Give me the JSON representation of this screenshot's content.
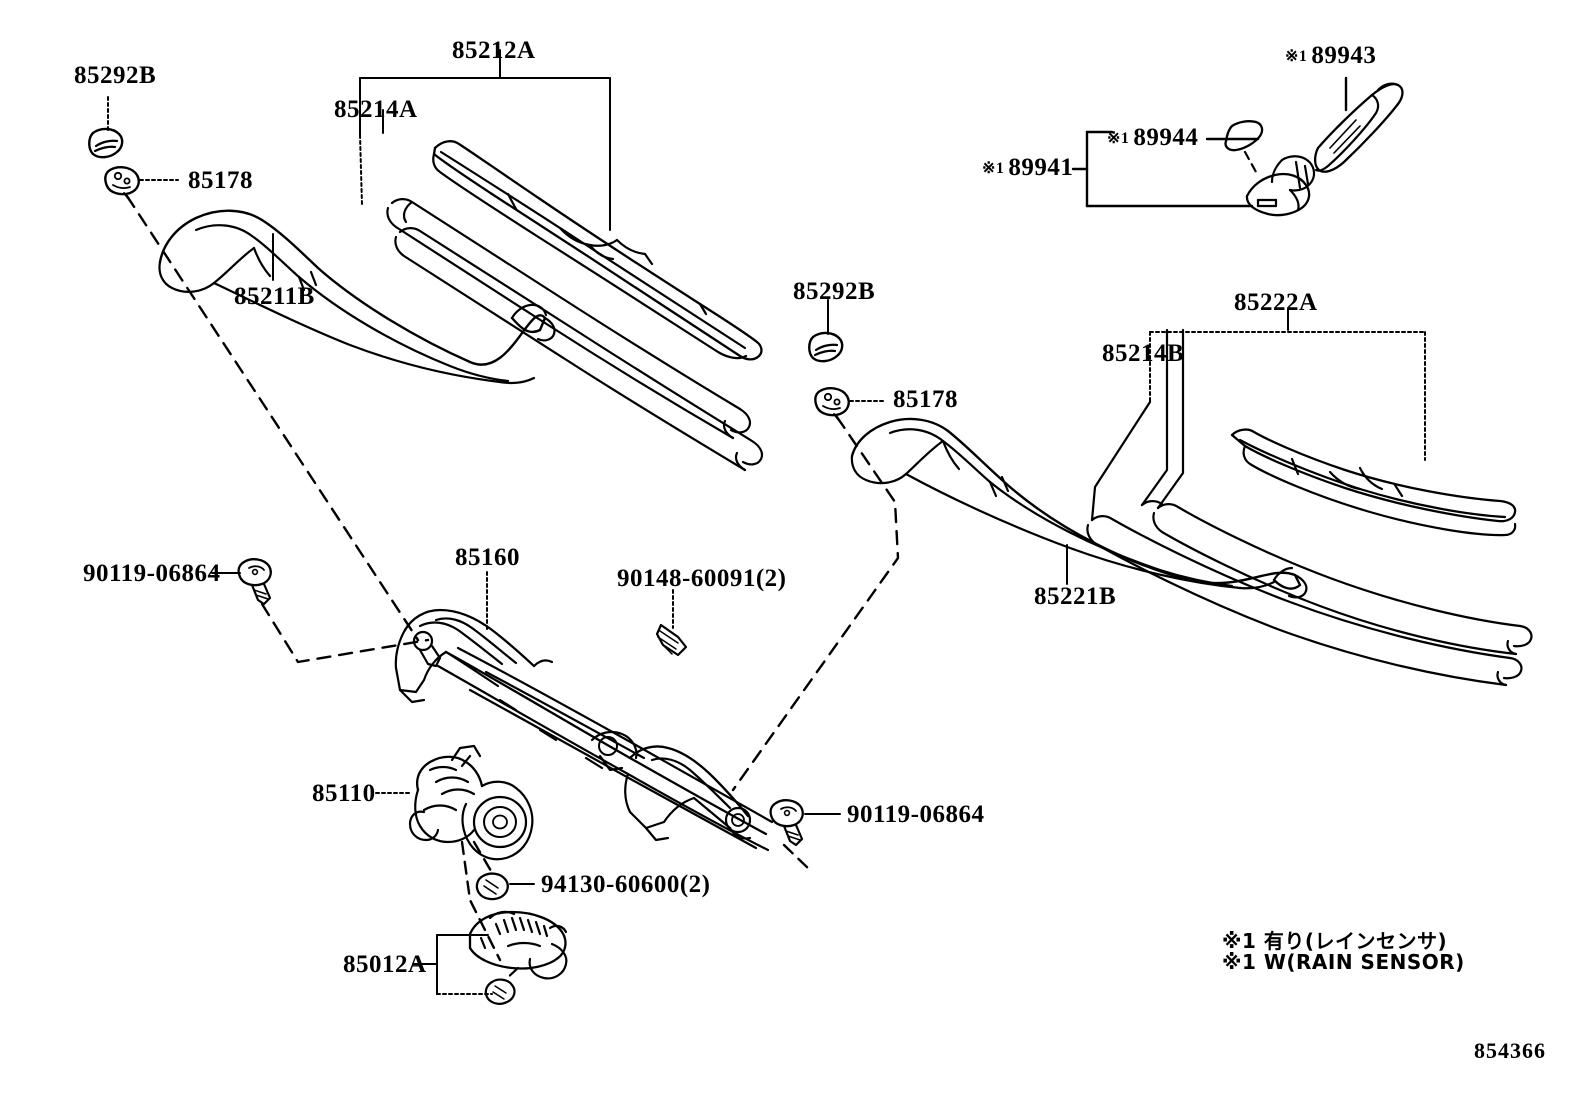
{
  "diagram": {
    "title": "Toyota Windshield Wiper Parts Diagram",
    "sheet_number": "854366",
    "line_color": "#000000",
    "background_color": "#ffffff"
  },
  "part_labels": {
    "cap_left": "85292B",
    "nut_left": "85178",
    "arm_left": "85211B",
    "blade_assy_left": "85212A",
    "rubber_left": "85214A",
    "cap_right": "85292B",
    "nut_right": "85178",
    "arm_right": "85221B",
    "blade_assy_right": "85222A",
    "rubber_right": "85214B",
    "link_assy": "85160",
    "motor": "85110",
    "nozzle": "85012A",
    "bolt_upper_left": "90119-06864",
    "bolt_lower_right": "90119-06864",
    "screw_center": "90148-60091(2)",
    "grommet": "94130-60600(2)",
    "sensor_cover": "89943",
    "sensor_bracket": "89941",
    "sensor_pad": "89944"
  },
  "marks": {
    "symbol": "※",
    "index": "1"
  },
  "legend": {
    "line_jp": "※1 有り(レインセンサ)",
    "line_en": "※1 W(RAIN SENSOR)"
  }
}
